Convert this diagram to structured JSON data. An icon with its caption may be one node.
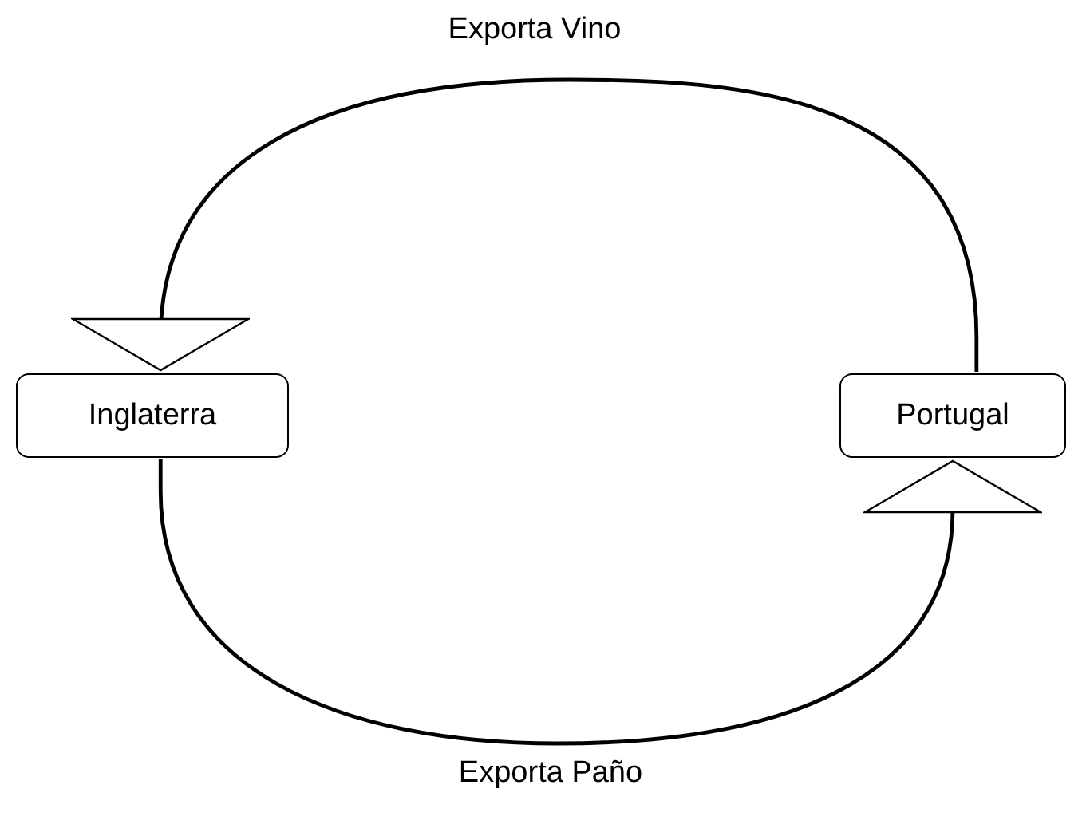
{
  "diagram": {
    "nodes": [
      {
        "text": [
          "Inglaterra"
        ]
      },
      {
        "text": [
          "Portugal"
        ]
      }
    ],
    "edges": [
      {
        "from": 1,
        "to": 0,
        "arrow": "to",
        "label": "Exporta Vino"
      },
      {
        "from": 0,
        "to": 1,
        "arrow": "to",
        "label": "Exporta Paño"
      }
    ]
  }
}
